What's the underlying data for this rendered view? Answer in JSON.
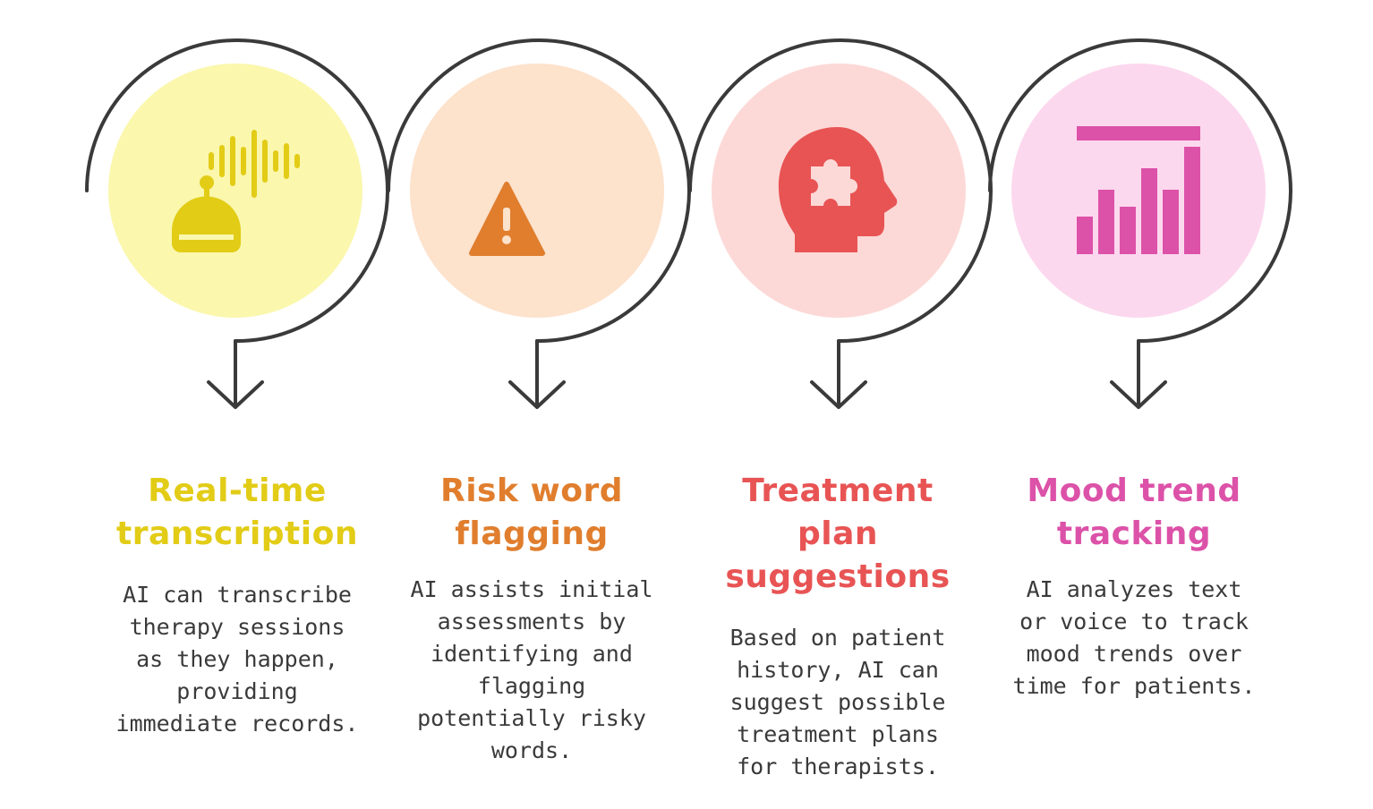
{
  "steps": [
    {
      "id": "transcription",
      "title": "Real-time transcription",
      "title_lines": [
        "Real-time",
        "transcription"
      ],
      "description_lines": [
        "AI can transcribe",
        "therapy sessions",
        "as they happen,",
        "providing",
        "immediate records."
      ],
      "icon": "robot-audio-icon",
      "accent": "#E2CC16",
      "circle_fill": "#FBF7AD"
    },
    {
      "id": "risk-flagging",
      "title": "Risk word flagging",
      "title_lines": [
        "Risk word",
        "flagging"
      ],
      "description_lines": [
        "AI assists initial",
        "assessments by",
        "identifying and",
        "flagging",
        "potentially risky",
        "words."
      ],
      "icon": "warning-document-icon",
      "accent": "#E07E2E",
      "circle_fill": "#FDE2CC"
    },
    {
      "id": "treatment",
      "title": "Treatment plan suggestions",
      "title_lines": [
        "Treatment",
        "plan",
        "suggestions"
      ],
      "description_lines": [
        "Based on patient",
        "history, AI can",
        "suggest possible",
        "treatment plans",
        "for therapists."
      ],
      "icon": "head-puzzle-icon",
      "accent": "#E85454",
      "circle_fill": "#FCD9D7"
    },
    {
      "id": "mood",
      "title": "Mood trend tracking",
      "title_lines": [
        "Mood trend",
        "tracking"
      ],
      "description_lines": [
        "AI analyzes text",
        "or voice to track",
        "mood trends over",
        "time for patients."
      ],
      "icon": "bar-chart-icon",
      "accent": "#DC52A8",
      "circle_fill": "#FCD8EE"
    }
  ],
  "outline_color": "#3A3A3A"
}
